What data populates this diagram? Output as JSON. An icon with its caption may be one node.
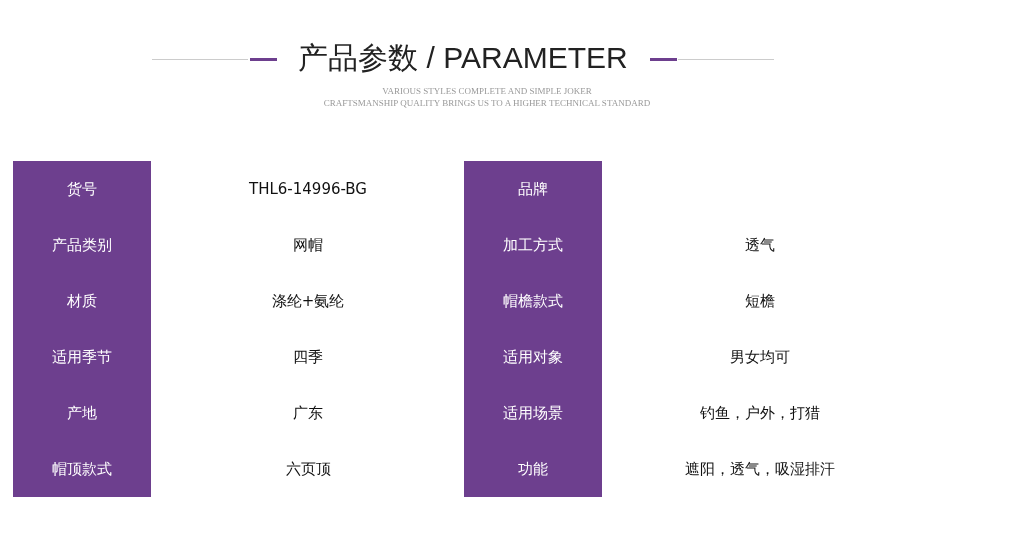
{
  "diagram": {
    "title": "产品参数 / PARAMETER",
    "labels": [
      "VARIOUS STYLES COMPLETE AND SIMPLE JOKER",
      "CRAFTSMANSHIP QUALITY BRINGS US TO A HIGHER TECHNICAL STANDARD",
      "货号",
      "THL6-14996-BG",
      "品牌",
      "产品类别",
      "网帽",
      "加工方式",
      "透气",
      "材质",
      "涤纶+氨纶",
      "帽檐款式",
      "短檐",
      "适用季节",
      "四季",
      "适用对象",
      "男女均可",
      "产地",
      "广东",
      "适用场景",
      "钓鱼，户外，打猎",
      "帽顶款式",
      "六页顶",
      "功能",
      "遮阳，透气，吸湿排汗"
    ]
  }
}
